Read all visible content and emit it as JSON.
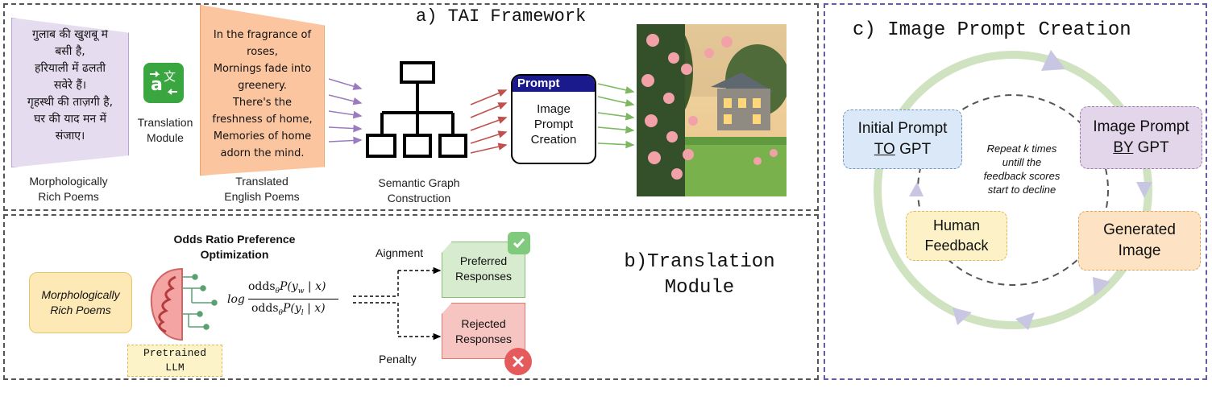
{
  "panel_a": {
    "title": "a) TAI Framework",
    "hindi_poem": [
      "गुलाब की खुशबू में",
      "बसी है,",
      "हरियाली में ढलती",
      "सवेरे हैं।",
      "गृहस्थी की ताज़गी है,",
      "घर की याद मन में",
      "संजाए।"
    ],
    "hindi_caption": [
      "Morphologically",
      "Rich Poems"
    ],
    "translation_module_label": [
      "Translation",
      "Module"
    ],
    "english_poem": [
      "In the fragrance of",
      "roses,",
      "Mornings fade into",
      "greenery.",
      "There's the",
      "freshness of home,",
      "Memories of home",
      "adorn the mind."
    ],
    "english_caption": [
      "Translated",
      "English  Poems"
    ],
    "graph_caption": [
      "Semantic Graph",
      "Construction"
    ],
    "prompt_header": "Prompt",
    "prompt_body": [
      "Image",
      "Prompt",
      "Creation"
    ],
    "colors": {
      "hindi_card": "#e6dcef",
      "english_card": "#fbc59f",
      "arrows_purple": "#9b7bc0",
      "arrows_red": "#c0504d",
      "arrows_green": "#7db861",
      "prompt_header": "#1a1a8c"
    }
  },
  "panel_b": {
    "title": [
      "b)Translation",
      "Module"
    ],
    "input_label": [
      "Morphologically",
      "Rich Poems"
    ],
    "llm_label": [
      "Pretrained",
      "LLM"
    ],
    "orpo_title": [
      "Odds Ratio Preference",
      "Optimization"
    ],
    "formula_log": "log",
    "formula_numerator": "odds",
    "formula_numerator_sub": "θ",
    "formula_numerator_rest": "P(y",
    "formula_numerator_rest_sub": "w",
    "formula_numerator_tail": " | x)",
    "formula_denominator": "odds",
    "formula_denominator_sub": "θ",
    "formula_denominator_rest": "P(y",
    "formula_denominator_rest_sub": "l",
    "formula_denominator_tail": " | x)",
    "alignment_label": "Aignment",
    "penalty_label": "Penalty",
    "preferred": [
      "Preferred",
      "Responses"
    ],
    "rejected": [
      "Rejected",
      "Responses"
    ],
    "colors": {
      "preferred": "#d7ebcf",
      "rejected": "#f6c5c2",
      "input": "#fde9b5",
      "llm_fill": "#f5a4a4"
    }
  },
  "panel_c": {
    "title": "c) Image Prompt Creation",
    "initial_prompt": {
      "line1": "Initial Prompt",
      "to": "TO",
      "gpt": " GPT"
    },
    "image_prompt": {
      "line1": "Image Prompt",
      "by": "BY",
      "gpt": " GPT"
    },
    "generated_image": [
      "Generated",
      "Image"
    ],
    "human_feedback": [
      "Human",
      "Feedback"
    ],
    "repeat_note": [
      "Repeat k times",
      "untill the",
      "feedback scores",
      "start to decline"
    ],
    "colors": {
      "initial": "#dbe8f7",
      "image_prompt": "#e4d6ea",
      "generated": "#fde2c4",
      "feedback": "#fdf1c8",
      "ring": "#cfe3c1",
      "arrows": "#c9c6e3"
    }
  }
}
